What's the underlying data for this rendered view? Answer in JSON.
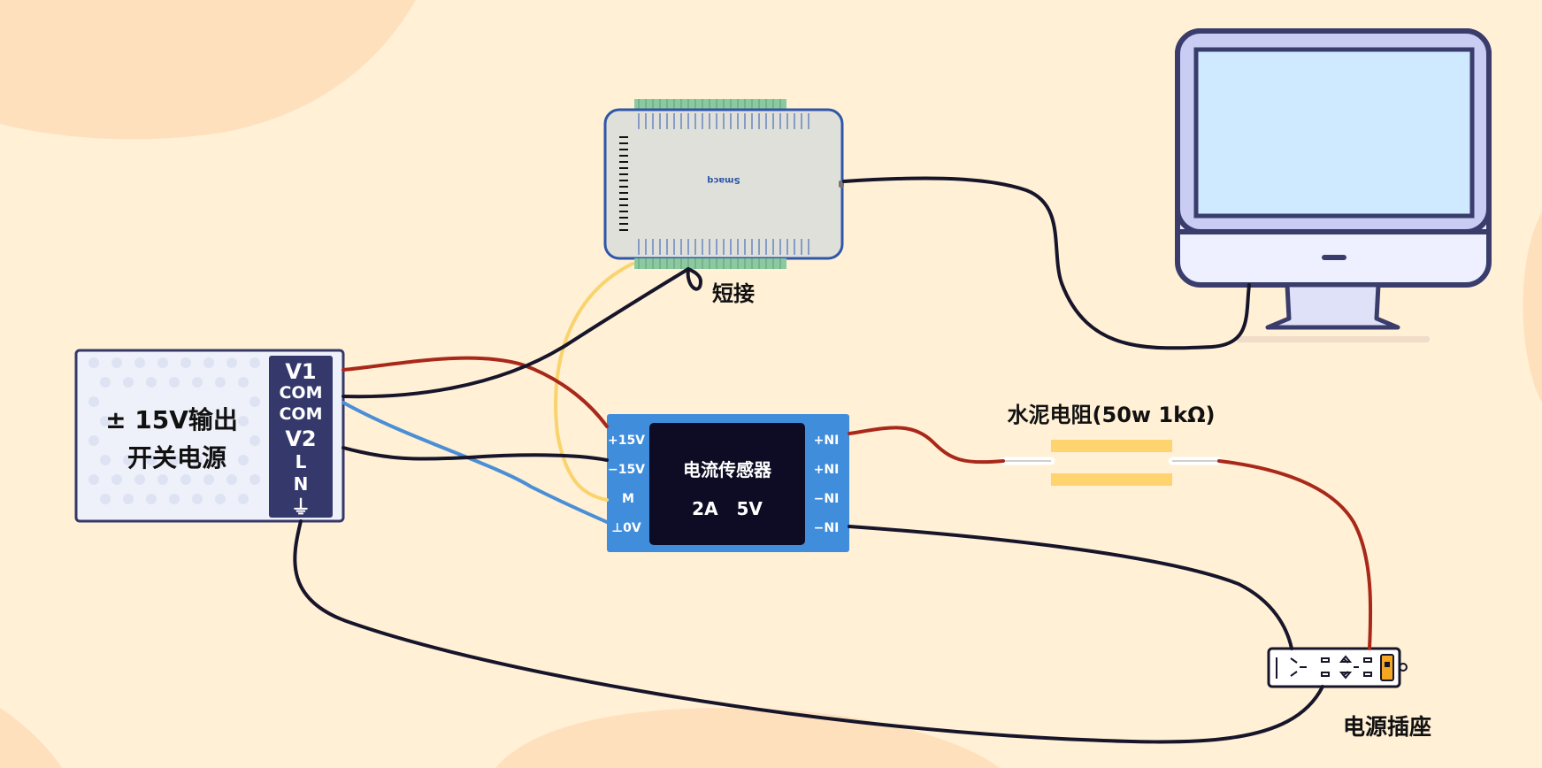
{
  "labels": {
    "short_circuit": "短接",
    "resistor": "水泥电阻(50w 1kΩ)",
    "power_socket": "电源插座",
    "daq_brand": "Smacq"
  },
  "psu": {
    "title_line1": "± 15V输出",
    "title_line2": "开关电源",
    "terminals": [
      "V1",
      "COM",
      "COM",
      "V2",
      "L",
      "N",
      "⏚"
    ]
  },
  "sensor": {
    "name": "电流传感器",
    "spec": "2A   5V",
    "left_pins": [
      "+15V",
      "−15V",
      "M",
      "⊥0V"
    ],
    "right_pins": [
      "+NI",
      "+NI",
      "−NI",
      "−NI"
    ]
  },
  "colors": {
    "background": "#fff0d6",
    "blob": "#ffe0bd",
    "wire_black": "#16152a",
    "wire_red": "#a8281a",
    "wire_blue": "#4a8fd6",
    "wire_yellow": "#f9d36b",
    "sensor_blue": "#3f8ddb",
    "sensor_screen": "#0d0c24",
    "psu_terminal": "#35386a",
    "monitor_frame": "#3a3d6c",
    "monitor_screen": "#cfe9ff",
    "resistor": "#ffd36e"
  }
}
